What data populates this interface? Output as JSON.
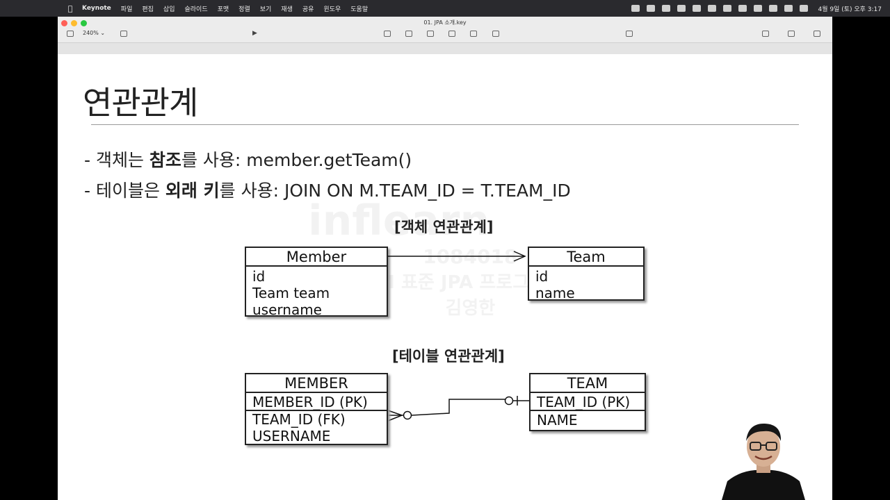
{
  "menubar": {
    "app": "Keynote",
    "items": [
      "파일",
      "편집",
      "삽입",
      "슬라이드",
      "포맷",
      "정렬",
      "보기",
      "재생",
      "공유",
      "윈도우",
      "도움말"
    ],
    "clock": "4월 9일 (토) 오후 3:17"
  },
  "window": {
    "doc_title": "01. JPA 소개.key",
    "zoom": "240%"
  },
  "slide": {
    "title": "연관관계",
    "bullet1": {
      "prefix": "- 객체는 ",
      "bold": "참조",
      "suffix": "를 사용: member.getTeam()"
    },
    "bullet2": {
      "prefix": "- 테이블은 ",
      "bold": "외래 키",
      "suffix": "를 사용: JOIN ON M.TEAM_ID = T.TEAM_ID"
    },
    "object_section": {
      "label": "[객체 연관관계]",
      "member": {
        "header": "Member",
        "fields": [
          "id",
          "Team team",
          "username"
        ]
      },
      "team": {
        "header": "Team",
        "fields": [
          "id",
          "name"
        ]
      }
    },
    "table_section": {
      "label": "[테이블 연관관계]",
      "member": {
        "header": "MEMBER",
        "pk": "MEMBER_ID (PK)",
        "fields": [
          "TEAM_ID (FK)",
          "USERNAME"
        ]
      },
      "team": {
        "header": "TEAM",
        "pk": "TEAM_ID (PK)",
        "fields": [
          "NAME"
        ]
      }
    }
  },
  "watermark": {
    "line1": "1084018",
    "line2": "자바 ORM 표준 JPA 프로그래밍 - 기본편",
    "line3": "김영한"
  }
}
